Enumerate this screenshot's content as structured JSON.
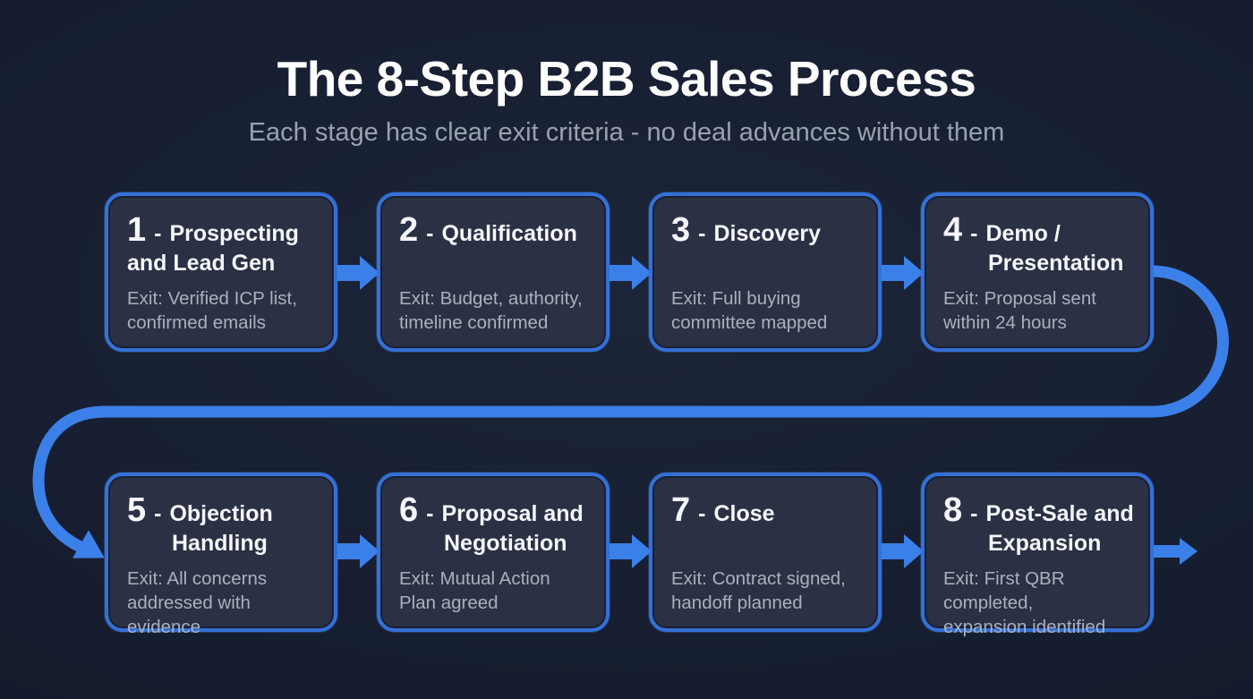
{
  "header": {
    "title": "The 8-Step B2B Sales Process",
    "subtitle": "Each stage has clear exit criteria - no deal advances without them"
  },
  "separator": "-",
  "steps": [
    {
      "number": "1",
      "title_line1": "Prospecting",
      "title_line2": "and Lead Gen",
      "exit_line1": "Exit: Verified ICP list,",
      "exit_line2": "confirmed emails"
    },
    {
      "number": "2",
      "title_line1": "Qualification",
      "title_line2": "",
      "exit_line1": "Exit: Budget, authority,",
      "exit_line2": "timeline confirmed"
    },
    {
      "number": "3",
      "title_line1": "Discovery",
      "title_line2": "",
      "exit_line1": "Exit: Full buying",
      "exit_line2": "committee mapped"
    },
    {
      "number": "4",
      "title_line1": "Demo /",
      "title_line2": "Presentation",
      "exit_line1": "Exit: Proposal sent",
      "exit_line2": "within 24 hours"
    },
    {
      "number": "5",
      "title_line1": "Objection",
      "title_line2": "Handling",
      "exit_line1": "Exit: All concerns",
      "exit_line2": "addressed with evidence"
    },
    {
      "number": "6",
      "title_line1": "Proposal and",
      "title_line2": "Negotiation",
      "exit_line1": "Exit: Mutual Action",
      "exit_line2": "Plan agreed"
    },
    {
      "number": "7",
      "title_line1": "Close",
      "title_line2": "",
      "exit_line1": "Exit: Contract signed,",
      "exit_line2": "handoff planned"
    },
    {
      "number": "8",
      "title_line1": "Post-Sale and",
      "title_line2": "Expansion",
      "exit_line1": "Exit: First QBR completed,",
      "exit_line2": "expansion identified"
    }
  ],
  "colors": {
    "background": "#161d30",
    "card_fill": "#2a3145",
    "card_border": "#3470d6",
    "arrow_blue": "#3b80e8",
    "title_text": "#ffffff",
    "subtitle_text": "#99a1b1",
    "exit_text": "#a9b0be"
  },
  "icons": {
    "step_connector": "arrow-right-icon",
    "row_wrap_connector": "flow-connector-arrow"
  }
}
